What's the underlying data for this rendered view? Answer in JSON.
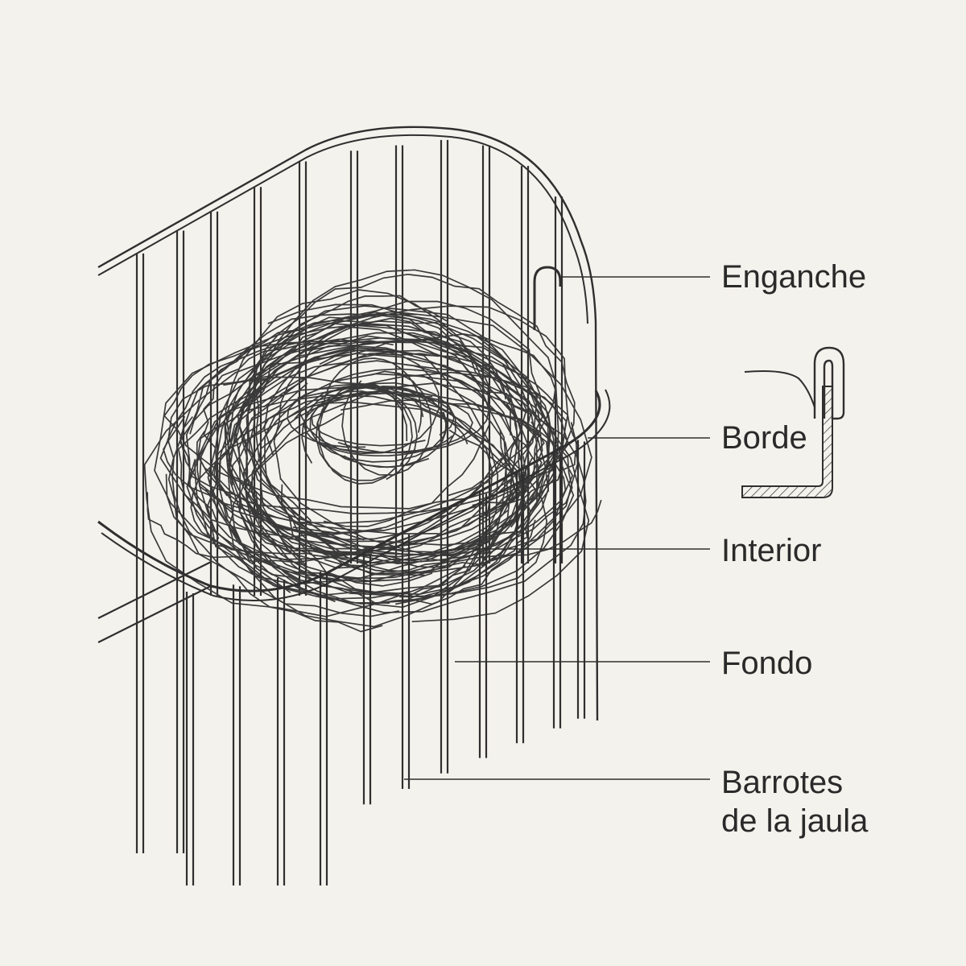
{
  "labels": {
    "hook": "Enganche",
    "rim": "Borde",
    "interior": "Interior",
    "bottom": "Fondo",
    "bars_line1": "Barrotes",
    "bars_line2": "de la jaula"
  },
  "colors": {
    "background": "#f4f2ec",
    "ink": "#2f2f2f"
  }
}
